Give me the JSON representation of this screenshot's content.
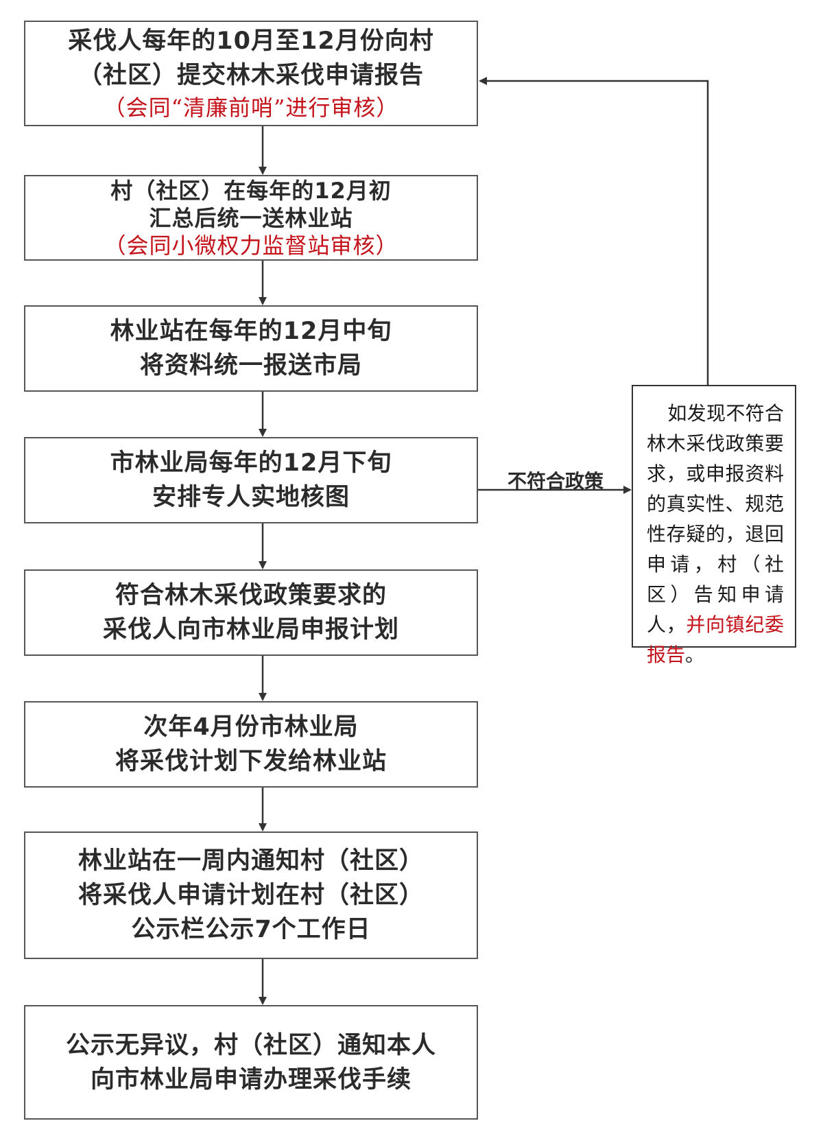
{
  "steps": [
    {
      "lines": [
        "采伐人每年的10月至12月份向村",
        "（社区）提交林木采伐申请报告"
      ],
      "note": "（会同“清廉前哨”进行审核）"
    },
    {
      "lines": [
        "村（社区）在每年的12月初",
        "汇总后统一送林业站"
      ],
      "note": "（会同小微权力监督站审核）"
    },
    {
      "lines": [
        "林业站在每年的12月中旬",
        "将资料统一报送市局"
      ]
    },
    {
      "lines": [
        "市林业局每年的12月下旬",
        "安排专人实地核图"
      ]
    },
    {
      "lines": [
        "符合林木采伐政策要求的",
        "采伐人向市林业局申报计划"
      ]
    },
    {
      "lines": [
        "次年4月份市林业局",
        "将采伐计划下发给林业站"
      ]
    },
    {
      "lines": [
        "林业站在一周内通知村（社区）",
        "将采伐人申请计划在村（社区）",
        "公示栏公示7个工作日"
      ]
    },
    {
      "lines": [
        "公示无异议，村（社区）通知本人",
        "向市林业局申请办理采伐手续"
      ]
    }
  ],
  "branch": {
    "label": "不符合政策",
    "note_text": "如发现不符合林木采伐政策要求，或申报资料的真实性、规范性存疑的，退回申请，村（社区）告知申请人，",
    "note_red": "并向镇纪委报告",
    "note_end": "。"
  },
  "colors": {
    "box_border": "#555555",
    "text": "#2b2b2b",
    "highlight_red": "#c4121a",
    "arrow": "#333333"
  }
}
